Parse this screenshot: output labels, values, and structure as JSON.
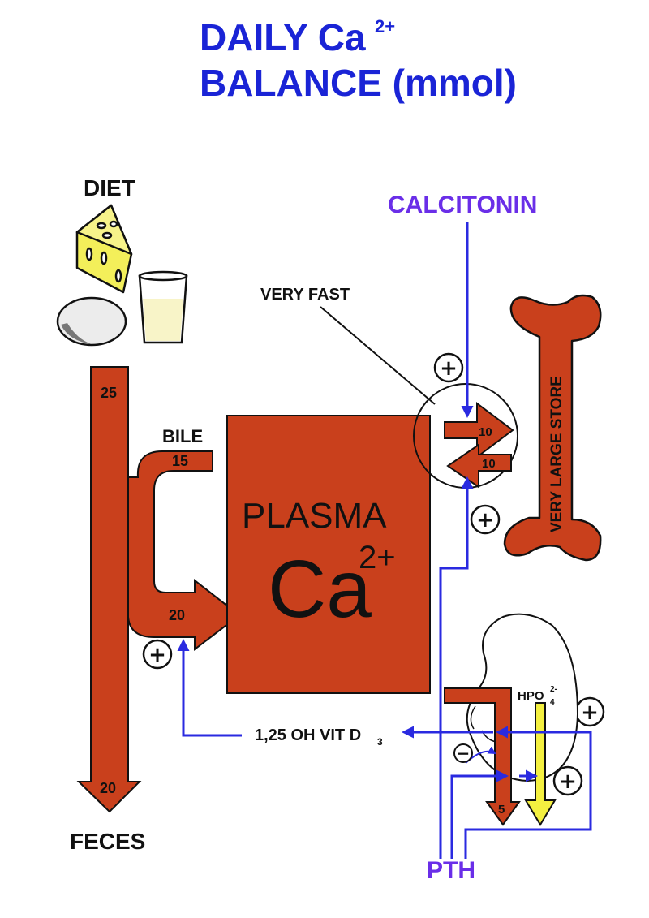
{
  "title": {
    "line1": "DAILY Ca",
    "line1_sup": "2+",
    "line2": "BALANCE (mmol)"
  },
  "labels": {
    "diet": "DIET",
    "feces": "FECES",
    "bile": "BILE",
    "calcitonin": "CALCITONIN",
    "pth": "PTH",
    "very_fast": "VERY FAST",
    "very_large_store": "VERY LARGE STORE",
    "vit_d": "1,25 OH VIT D",
    "vit_d_sub": "3",
    "hpo4": "HPO",
    "hpo4_sub": "4",
    "hpo4_sup": "2-"
  },
  "plasma": {
    "label": "PLASMA",
    "ion": "Ca",
    "charge": "2+"
  },
  "flows": {
    "diet_intake": "25",
    "bile_secretion": "15",
    "gut_absorption": "20",
    "fecal_loss": "20",
    "bone_deposit": "10",
    "bone_resorption": "10",
    "renal_excretion": "5"
  },
  "signs": {
    "plus": "+",
    "minus": "−"
  },
  "colors": {
    "title": "#1a24d6",
    "hormone_text": "#6a2ee8",
    "arrow_blue": "#2a2ae0",
    "flow_fill": "#c9401c",
    "phosphate_fill": "#f4f040",
    "cheese_fill": "#f3ef5a"
  },
  "icons": [
    "cheese-icon",
    "egg-icon",
    "milk-glass-icon",
    "bone-icon",
    "kidney-icon"
  ]
}
